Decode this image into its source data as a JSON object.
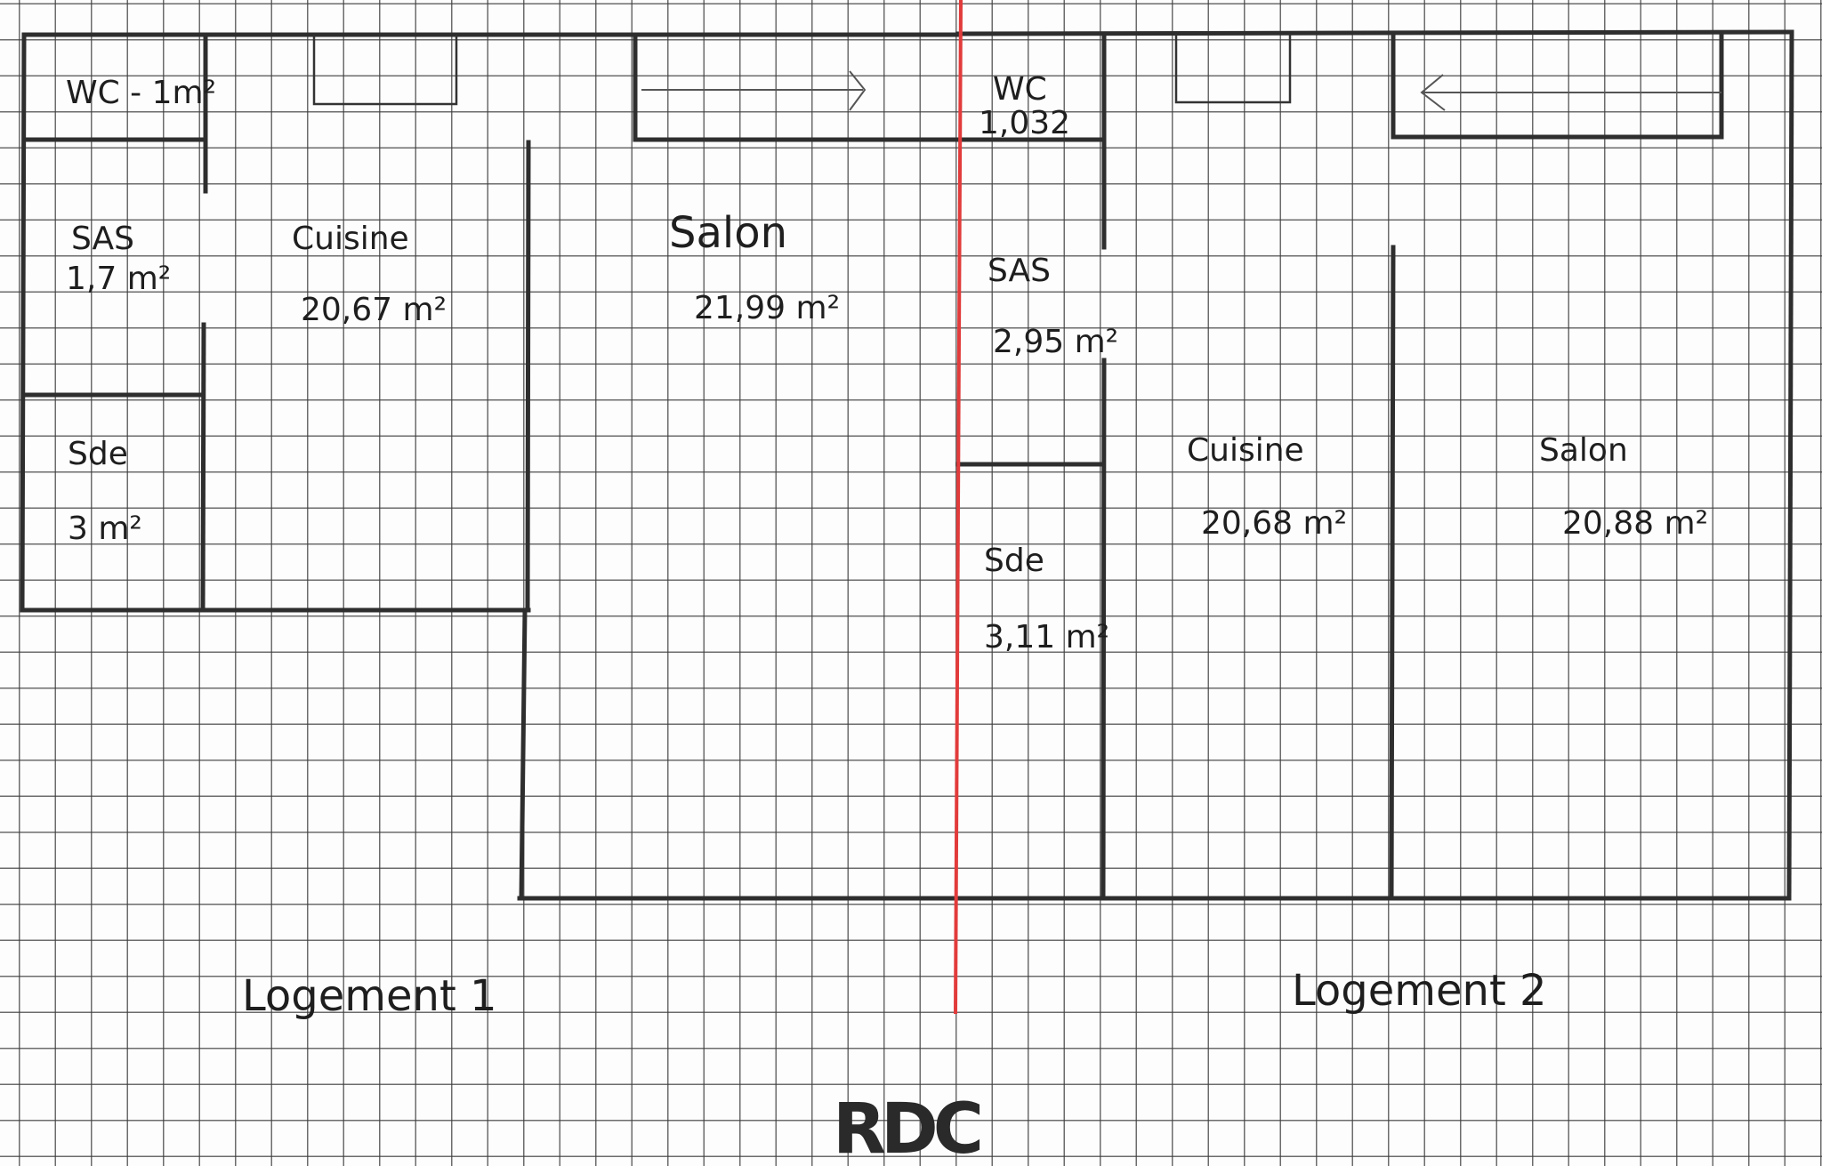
{
  "plan": {
    "level": "RDC",
    "divider_color": "#e23b3b",
    "wall_color": "#2e2e2e"
  },
  "logement1": {
    "label": "Logement 1",
    "rooms": {
      "wc": "WC - 1m²",
      "sas_name": "SAS",
      "sas_area": "1,7 m²",
      "sde_name": "Sde",
      "sde_area": "3 m²",
      "cuisine_name": "Cuisine",
      "cuisine_area": "20,67 m²",
      "salon_name": "Salon",
      "salon_area": "21,99 m²"
    }
  },
  "logement2": {
    "label": "Logement 2",
    "rooms": {
      "wc_name": "WC",
      "wc_area": "1,032",
      "sas_name": "SAS",
      "sas_area": "2,95 m²",
      "sde_name": "Sde",
      "sde_area": "3,11 m²",
      "cuisine_name": "Cuisine",
      "cuisine_area": "20,68 m²",
      "salon_name": "Salon",
      "salon_area": "20,88 m²"
    }
  }
}
